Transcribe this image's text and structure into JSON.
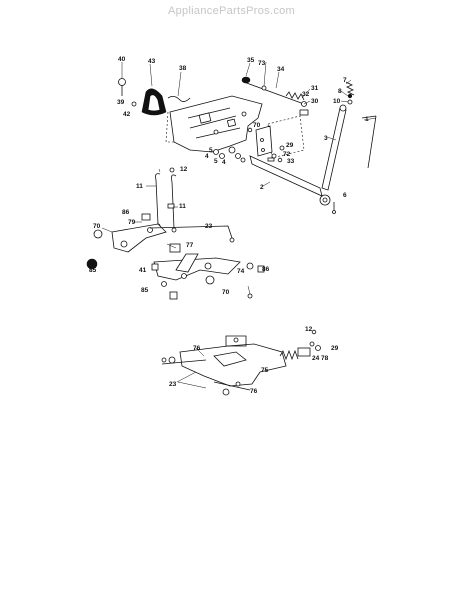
{
  "watermark": "AppliancePartsPros.com",
  "callouts": {
    "c1": "1",
    "c2": "2",
    "c3": "3",
    "c4a": "4",
    "c4b": "4",
    "c5a": "5",
    "c5b": "5",
    "c6": "6",
    "c7": "7",
    "c8": "8",
    "c10": "10",
    "c11a": "11",
    "c11b": "11",
    "c12a": "12",
    "c12b": "12",
    "c23a": "23",
    "c23b": "23",
    "c24": "24",
    "c29a": "29",
    "c29b": "29",
    "c30": "30",
    "c31": "31",
    "c32": "32",
    "c33": "33",
    "c34": "34",
    "c35": "35",
    "c38": "38",
    "c39": "39",
    "c40": "40",
    "c41": "41",
    "c42": "42",
    "c43": "43",
    "c70a": "70",
    "c70b": "70",
    "c70c": "70",
    "c72": "72",
    "c73": "73",
    "c74": "74",
    "c75": "75",
    "c76a": "76",
    "c76b": "76",
    "c77": "77",
    "c78": "78",
    "c79": "79",
    "c85a": "85",
    "c85b": "85",
    "c86a": "86",
    "c86b": "86"
  }
}
